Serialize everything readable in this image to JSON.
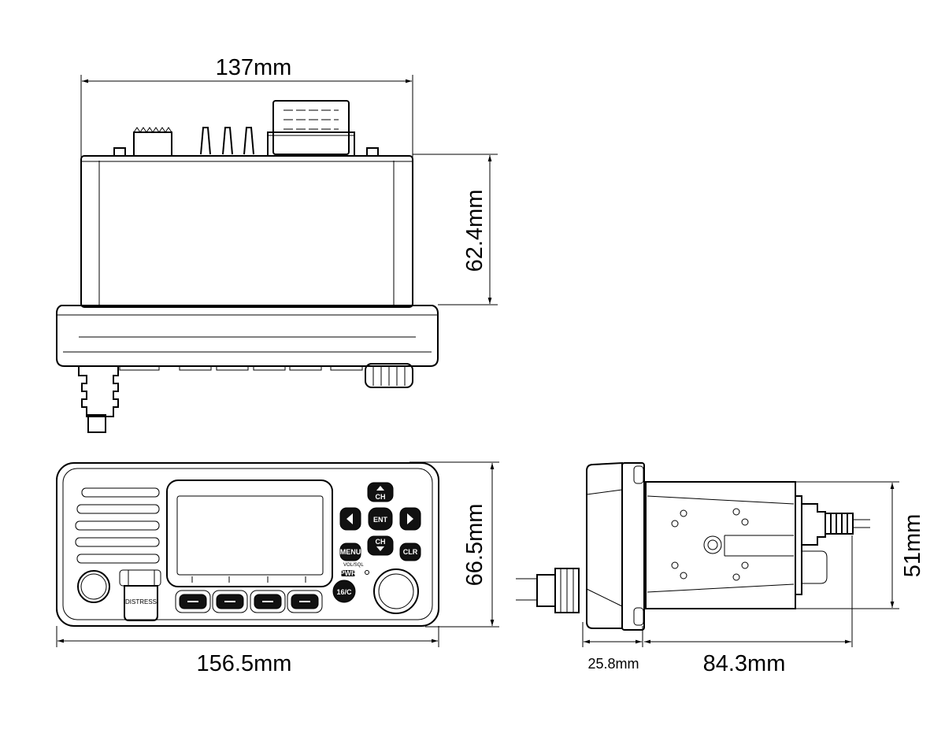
{
  "dimensions": {
    "top_width": "137mm",
    "top_height": "62.4mm",
    "front_height": "66.5mm",
    "front_width": "156.5mm",
    "side_bezel_depth": "25.8mm",
    "side_body_depth": "84.3mm",
    "side_height": "51mm"
  },
  "front_panel": {
    "ch_up": "CH",
    "ch_down": "CH",
    "enter": "ENT",
    "menu": "MENU",
    "clear": "CLR",
    "channel_16": "16/C",
    "distress": "DISTRESS",
    "vol_sql": "VOL/SQL",
    "power": "PWR"
  },
  "colors": {
    "line": "#000000",
    "background": "#ffffff",
    "button": "#111111"
  }
}
